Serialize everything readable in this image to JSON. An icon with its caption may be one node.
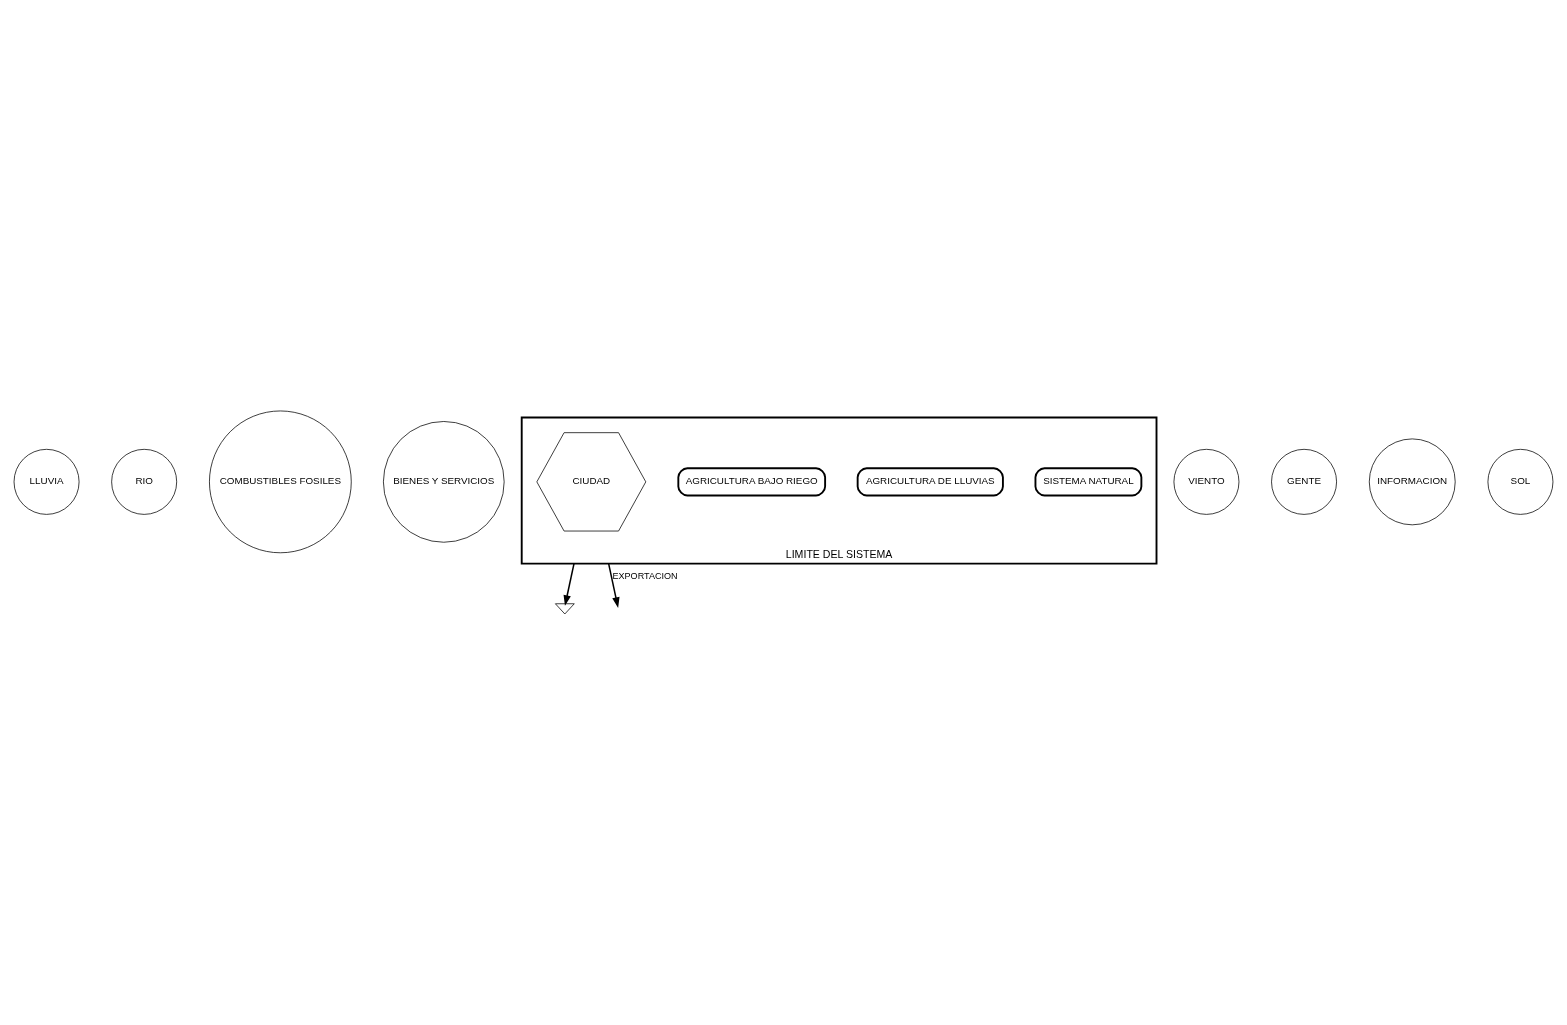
{
  "diagram": {
    "nodes": [
      {
        "text": [
          "LLUVIA"
        ]
      },
      {
        "text": [
          "RIO"
        ]
      },
      {
        "text": [
          "COMBUSTIBLES FOSILES"
        ]
      },
      {
        "text": [
          "BIENES Y SERVICIOS"
        ]
      },
      {
        "text": [
          "LIMITE DEL SISTEMA"
        ]
      },
      {
        "text": [
          "SISTEMA NATURAL"
        ],
        "in": 4
      },
      {
        "text": [
          "AGRICULTURA DE LLUVIAS"
        ],
        "in": 4
      },
      {
        "text": [
          "AGRICULTURA BAJO RIEGO"
        ],
        "in": 4
      },
      {
        "text": [
          "CIUDAD"
        ],
        "in": 4
      },
      {
        "text": [
          "VIENTO"
        ]
      },
      {
        "text": [
          "GENTE"
        ]
      },
      {
        "text": [
          "INFORMACION"
        ]
      },
      {
        "text": [
          "SOL"
        ]
      },
      {
        "text": [],
        "shape": "ground"
      }
    ],
    "edges": [
      {
        "from": 4,
        "to": null,
        "arrow": "to",
        "label": "EXPORTACION"
      },
      {
        "from": 4,
        "to": 13,
        "arrow": "to"
      }
    ]
  }
}
